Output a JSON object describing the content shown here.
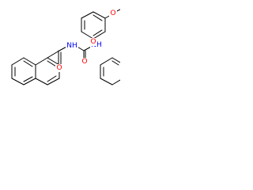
{
  "structure": {
    "atoms": {
      "carbonyl_o1": {
        "text": "O",
        "color": "#ff0000"
      },
      "amide_nh1": {
        "text": "NH",
        "color": "#0000ff"
      },
      "carbonyl_o2": {
        "text": "O",
        "color": "#ff0000"
      },
      "amide_nh2": {
        "text": "NH",
        "color": "#0000ff"
      },
      "ether_o": {
        "text": "O",
        "color": "#ff0000"
      },
      "methoxy_o": {
        "text": "O",
        "color": "#ff0000"
      }
    },
    "bond_color": "#000000"
  }
}
